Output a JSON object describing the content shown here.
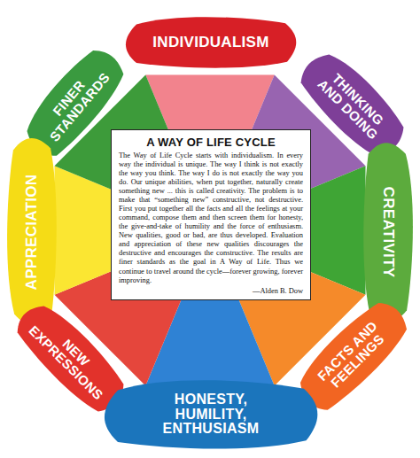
{
  "diagram": {
    "nodes": [
      {
        "text": [
          "INDIVIDUALISM"
        ]
      },
      {
        "text": [
          "FINER STANDARDS"
        ]
      },
      {
        "text": [
          "THINKING AND DOING"
        ]
      },
      {
        "text": [
          "A WAY OF LIFE CYCLE",
          "The Way of Life Cycle starts with individualism. In every way the individual is unique. The way I think is not exactly the way you think. The way I do is not exactly the way you do. Our unique abilities, when put together, naturally create something new ... this is called creativity. The problem is to make that “something new” constructive, not destructive. First you put together all the facts and all the feelings at your command, compose them and then screen them for honesty, the give-and-take of humility and the force of enthusiasm. New qualities, good or bad, are thus developed. Evaluation and appreciation of these new qualities discourages the destructive and encourages the constructive. The results are finer standards as the goal in A Way of Life. Thus we continue to travel around the cycle—forever growing, forever improving.",
          "—Alden B. Dow"
        ]
      },
      {
        "text": [
          "APPRECIATION"
        ]
      },
      {
        "text": [
          "CREATIVITY"
        ]
      },
      {
        "text": [
          "NEW EXPRESSIONS"
        ]
      },
      {
        "text": [
          "FACTS AND FEELINGS"
        ]
      },
      {
        "text": [
          "HONESTY, HUMILITY, ENTHUSIASM"
        ]
      }
    ]
  }
}
